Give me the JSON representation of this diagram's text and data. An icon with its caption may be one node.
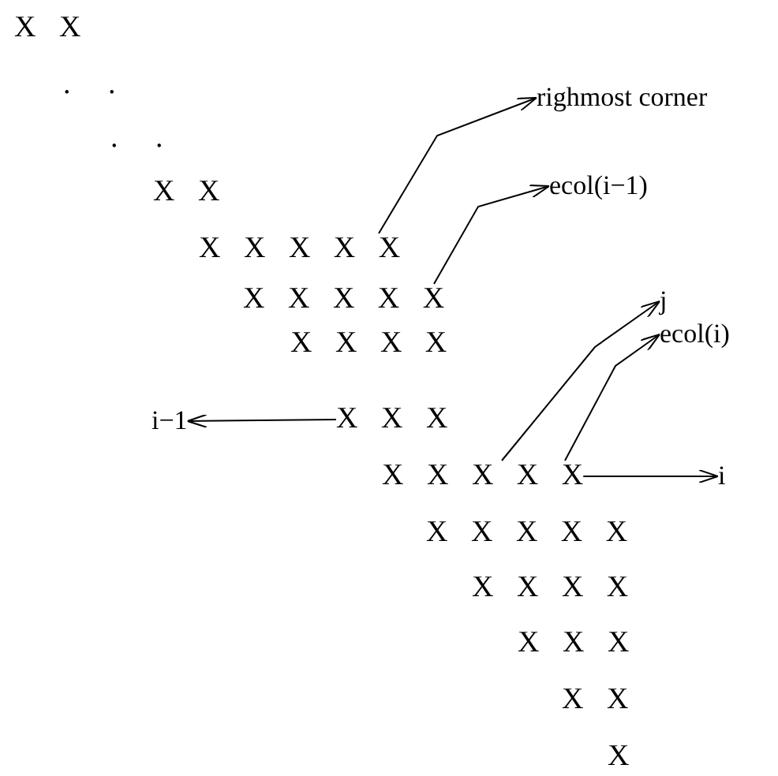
{
  "diagram": {
    "nodes": [
      {
        "text": [
          "X X"
        ]
      },
      {
        "text": [
          ". ."
        ]
      },
      {
        "text": [
          "righmost corner"
        ]
      },
      {
        "text": [
          ". ."
        ]
      },
      {
        "text": [
          "ecol(i−1)"
        ]
      },
      {
        "text": [
          "X X"
        ]
      },
      {
        "text": [
          "X X X X X"
        ]
      },
      {
        "text": [
          "X X X X X"
        ]
      },
      {
        "text": [
          "j"
        ]
      },
      {
        "text": [
          "ecol(i)"
        ]
      },
      {
        "text": [
          "X X X X"
        ]
      },
      {
        "text": [
          "i−1"
        ]
      },
      {
        "text": [
          "X X X"
        ]
      },
      {
        "text": [
          "X X X X X"
        ]
      },
      {
        "text": [
          "i"
        ]
      },
      {
        "text": [
          "X X X X X"
        ]
      },
      {
        "text": [
          "X X X X"
        ]
      },
      {
        "text": [
          "X X X"
        ]
      },
      {
        "text": [
          "X X"
        ]
      },
      {
        "text": [
          "X"
        ]
      }
    ],
    "edges": [
      {
        "from": 6,
        "to": 2,
        "arrow": "to"
      },
      {
        "from": 7,
        "to": 4,
        "arrow": "to"
      },
      {
        "from": 13,
        "to": 8,
        "arrow": "to"
      },
      {
        "from": 13,
        "to": 9,
        "arrow": "to"
      },
      {
        "from": 12,
        "to": 11,
        "arrow": "to"
      },
      {
        "from": 13,
        "to": 14,
        "arrow": "to"
      }
    ]
  }
}
